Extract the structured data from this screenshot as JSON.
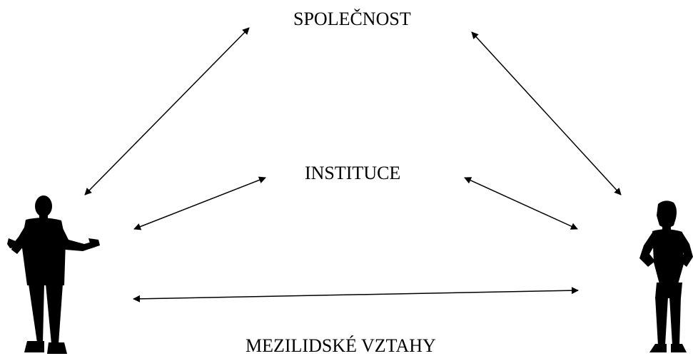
{
  "labels": {
    "top": "SPOLEČNOST",
    "middle": "INSTITUCE",
    "bottom": "MEZILIDSKÉ VZTAHY"
  },
  "figures": {
    "left": "man-silhouette",
    "right": "woman-silhouette"
  },
  "colors": {
    "ink": "#000000",
    "background": "#ffffff"
  }
}
